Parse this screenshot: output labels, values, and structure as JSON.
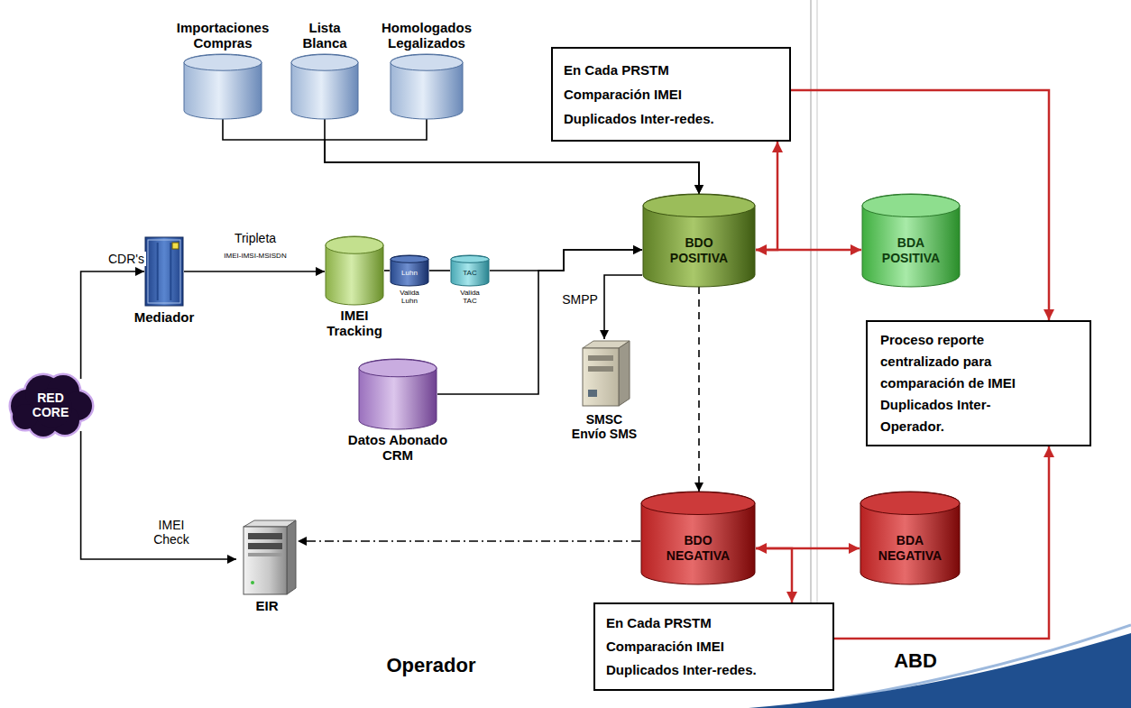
{
  "diagram": {
    "nodes": [
      {
        "text": [
          "Importaciones Compras"
        ]
      },
      {
        "text": [
          "Lista Blanca"
        ]
      },
      {
        "text": [
          "Homologados Legalizados"
        ]
      },
      {
        "text": [
          "En Cada PRSTM Comparación IMEI Duplicados Inter-redes."
        ]
      },
      {
        "text": [
          "BDO POSITIVA"
        ]
      },
      {
        "text": [
          "BDA POSITIVA"
        ]
      },
      {
        "text": [
          "Mediador"
        ]
      },
      {
        "text": [
          "IMEI Tracking"
        ]
      },
      {
        "text": [
          "Luhn",
          "Valida Luhn"
        ]
      },
      {
        "text": [
          "TAC",
          "Valida TAC"
        ]
      },
      {
        "text": [
          "Datos Abonado CRM"
        ]
      },
      {
        "text": [
          "Proceso reporte centralizado para comparación de IMEI Duplicados Inter-Operador."
        ]
      },
      {
        "text": [
          "RED CORE"
        ]
      },
      {
        "text": [
          "SMSC Envío SMS"
        ]
      },
      {
        "text": [
          "BDO NEGATIVA"
        ]
      },
      {
        "text": [
          "BDA NEGATIVA"
        ]
      },
      {
        "text": [
          "EIR"
        ]
      },
      {
        "text": [
          "En Cada PRSTM Comparación IMEI Duplicados Inter-redes."
        ]
      }
    ],
    "edges": [
      {
        "from": 0,
        "to": 4,
        "arrow": "to"
      },
      {
        "from": 1,
        "to": 4,
        "arrow": "to"
      },
      {
        "from": 2,
        "to": 4,
        "arrow": "to"
      },
      {
        "from": 12,
        "to": 6,
        "label": "CDR's",
        "arrow": "to"
      },
      {
        "from": 6,
        "to": 7,
        "label": "Tripleta",
        "arrow": "to"
      },
      {
        "from": 7,
        "to": 8,
        "arrow": "none"
      },
      {
        "from": 8,
        "to": 9,
        "arrow": "none"
      },
      {
        "from": 9,
        "to": 4,
        "arrow": "to"
      },
      {
        "from": 10,
        "to": 4,
        "arrow": "to"
      },
      {
        "from": 4,
        "to": 13,
        "label": "SMPP",
        "arrow": "to"
      },
      {
        "from": 4,
        "to": 5,
        "arrow": "both"
      },
      {
        "from": 4,
        "to": 3,
        "arrow": "to"
      },
      {
        "from": 3,
        "to": 11,
        "arrow": "to"
      },
      {
        "from": 4,
        "to": 14,
        "arrow": "to"
      },
      {
        "from": 14,
        "to": 15,
        "arrow": "both"
      },
      {
        "from": 14,
        "to": 17,
        "arrow": "to"
      },
      {
        "from": 17,
        "to": 11,
        "arrow": "to"
      },
      {
        "from": 14,
        "to": 16,
        "arrow": "to"
      },
      {
        "from": 12,
        "to": 16,
        "label": "IMEI Check",
        "arrow": "to"
      }
    ],
    "labels": [
      "IMEI-IMSI-MSISDN",
      "Operador",
      "ABD"
    ]
  }
}
